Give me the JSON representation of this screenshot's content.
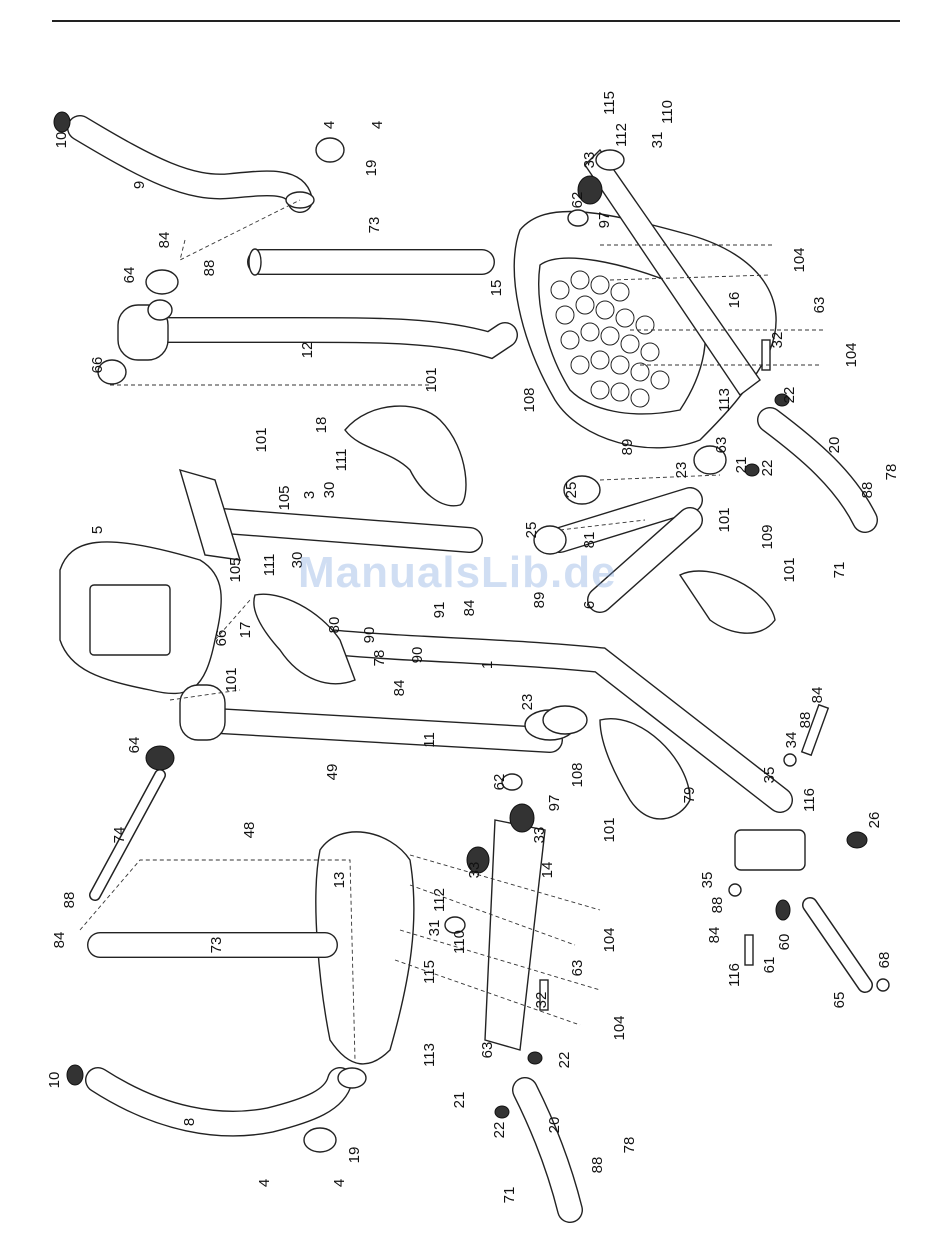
{
  "watermark": "ManualsLib.de",
  "labels": [
    "10",
    "9",
    "4",
    "4",
    "19",
    "84",
    "88",
    "64",
    "73",
    "66",
    "12",
    "101",
    "101",
    "18",
    "111",
    "30",
    "3",
    "105",
    "105",
    "5",
    "30",
    "111",
    "17",
    "66",
    "101",
    "80",
    "90",
    "91",
    "84",
    "78",
    "90",
    "84",
    "89",
    "1",
    "6",
    "25",
    "25",
    "81",
    "23",
    "63",
    "21",
    "22",
    "89",
    "101",
    "109",
    "101",
    "113",
    "22",
    "20",
    "88",
    "78",
    "71",
    "108",
    "15",
    "16",
    "32",
    "63",
    "104",
    "104",
    "62",
    "97",
    "33",
    "112",
    "115",
    "110",
    "31",
    "11",
    "64",
    "23",
    "108",
    "62",
    "97",
    "33",
    "79",
    "101",
    "84",
    "88",
    "34",
    "35",
    "116",
    "26",
    "49",
    "48",
    "74",
    "13",
    "14",
    "33",
    "112",
    "31",
    "110",
    "115",
    "73",
    "63",
    "32",
    "104",
    "104",
    "35",
    "88",
    "84",
    "60",
    "61",
    "116",
    "65",
    "68",
    "88",
    "84",
    "10",
    "8",
    "19",
    "4",
    "4",
    "113",
    "21",
    "63",
    "22",
    "22",
    "20",
    "71",
    "88",
    "78"
  ]
}
